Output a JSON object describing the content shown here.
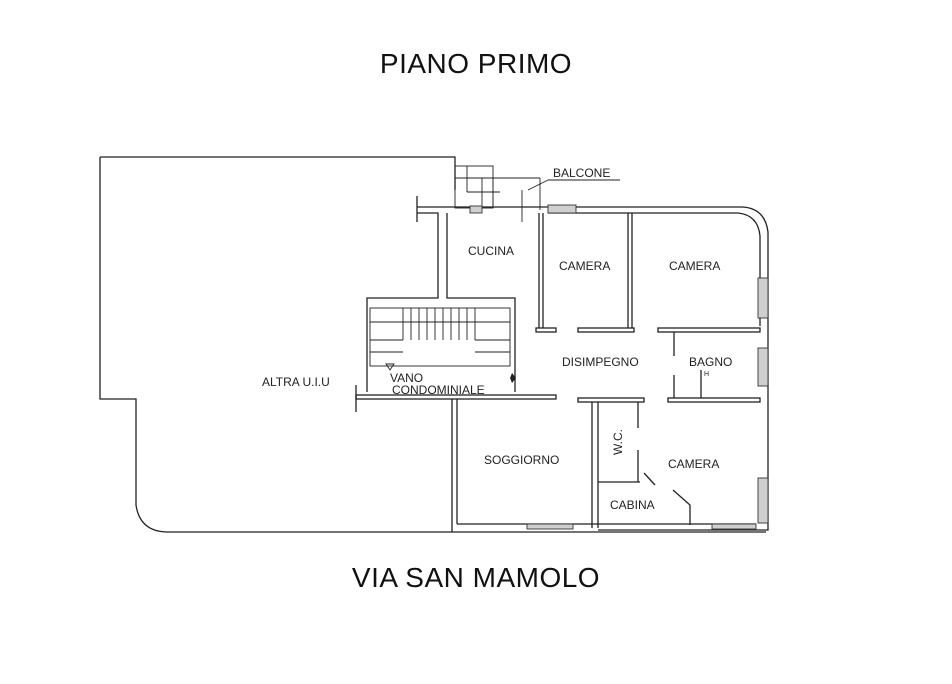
{
  "header": {
    "title": "PIANO PRIMO"
  },
  "footer": {
    "street": "VIA SAN MAMOLO"
  },
  "rooms": {
    "altra_uiu": "ALTRA U.I.U",
    "vano": "VANO",
    "condominiale": "CONDOMINIALE",
    "balcone": "BALCONE",
    "cucina": "CUCINA",
    "camera_1": "CAMERA",
    "camera_2": "CAMERA",
    "disimpegno": "DISIMPEGNO",
    "bagno": "BAGNO",
    "wc": "W.C.",
    "soggiorno": "SOGGIORNO",
    "camera_3": "CAMERA",
    "cabina": "CABINA",
    "bagno_mark": "H"
  },
  "colors": {
    "line": "#222222",
    "background": "#ffffff",
    "window_fill": "#cfcfcf"
  }
}
